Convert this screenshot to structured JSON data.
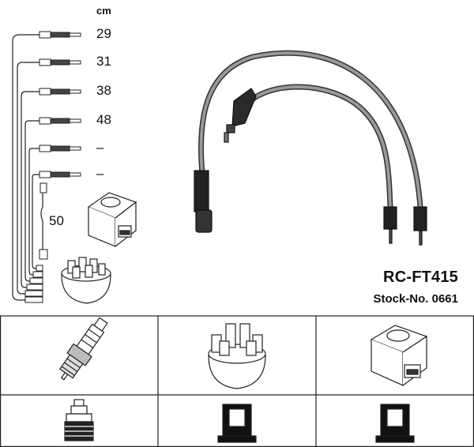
{
  "lengths": {
    "unit": "cm",
    "items": [
      "29",
      "31",
      "38",
      "48",
      "–",
      "–"
    ],
    "coil_lead": "50"
  },
  "product": {
    "part_number": "RC-FT415",
    "stock_number": "Stock-No. 0661"
  },
  "icons": {
    "coil": "ignition-coil-icon",
    "distributor": "distributor-cap-icon",
    "plug": "spark-plug-icon",
    "plug_connector": "plug-connector-icon",
    "dist_connector": "distributor-connector-icon",
    "coil_connector": "coil-connector-icon"
  }
}
